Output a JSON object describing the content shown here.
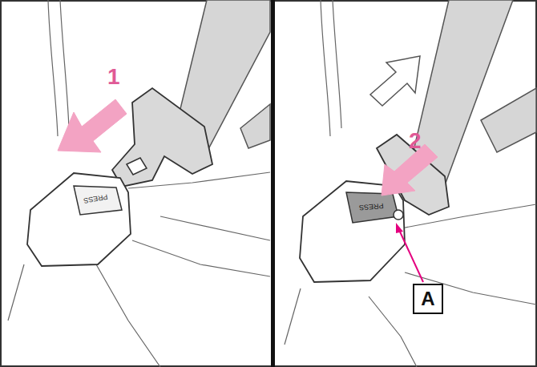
{
  "diagram": {
    "nodes": [
      {
        "text": [
          "A"
        ]
      }
    ],
    "labels": [
      "1",
      "PRESS",
      "2",
      "PRESS"
    ]
  }
}
